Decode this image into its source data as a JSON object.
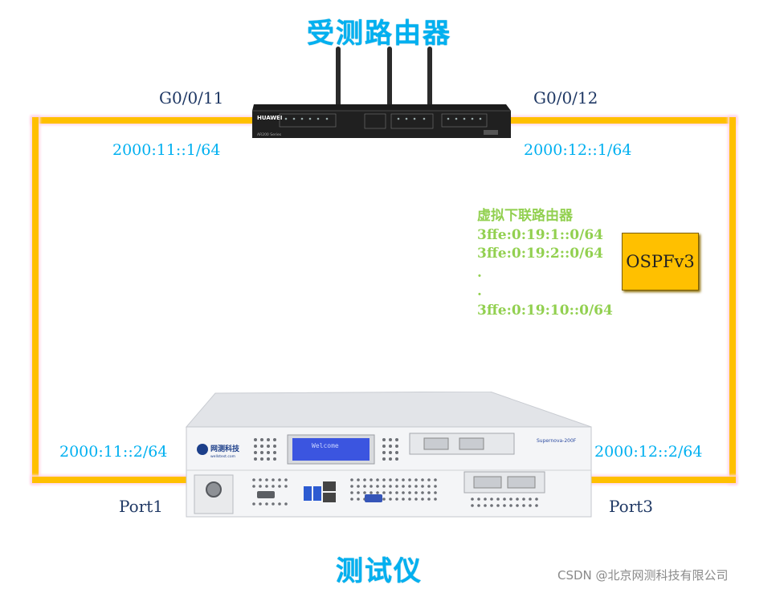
{
  "router": {
    "title": "受测路由器",
    "brand": "HUAWEI",
    "series": "AR200 Series"
  },
  "links": {
    "left": {
      "interface": "G0/0/11",
      "router_ip": "2000:11::1/64",
      "tester_ip": "2000:11::2/64",
      "tester_port": "Port1"
    },
    "right": {
      "interface": "G0/0/12",
      "router_ip": "2000:12::1/64",
      "tester_ip": "2000:12::2/64",
      "tester_port": "Port3"
    }
  },
  "virtual": {
    "title": "虚拟下联路由器",
    "routes": [
      "3ffe:0:19:1::0/64",
      "3ffe:0:19:2::0/64",
      ".",
      ".",
      "3ffe:0:19:10::0/64"
    ],
    "protocol": "OSPFv3"
  },
  "tester": {
    "title": "测试仪",
    "brand": "网测科技",
    "brand_sub": "wellstest.com",
    "screen": "Welcome",
    "model": "Supernova-200F"
  },
  "watermark": "CSDN @北京网测科技有限公司",
  "colors": {
    "cable": "#ffc000",
    "title": "#00b0f0",
    "port_label": "#1f3864",
    "route_text": "#92d050",
    "ospf_box": "#ffc000"
  }
}
